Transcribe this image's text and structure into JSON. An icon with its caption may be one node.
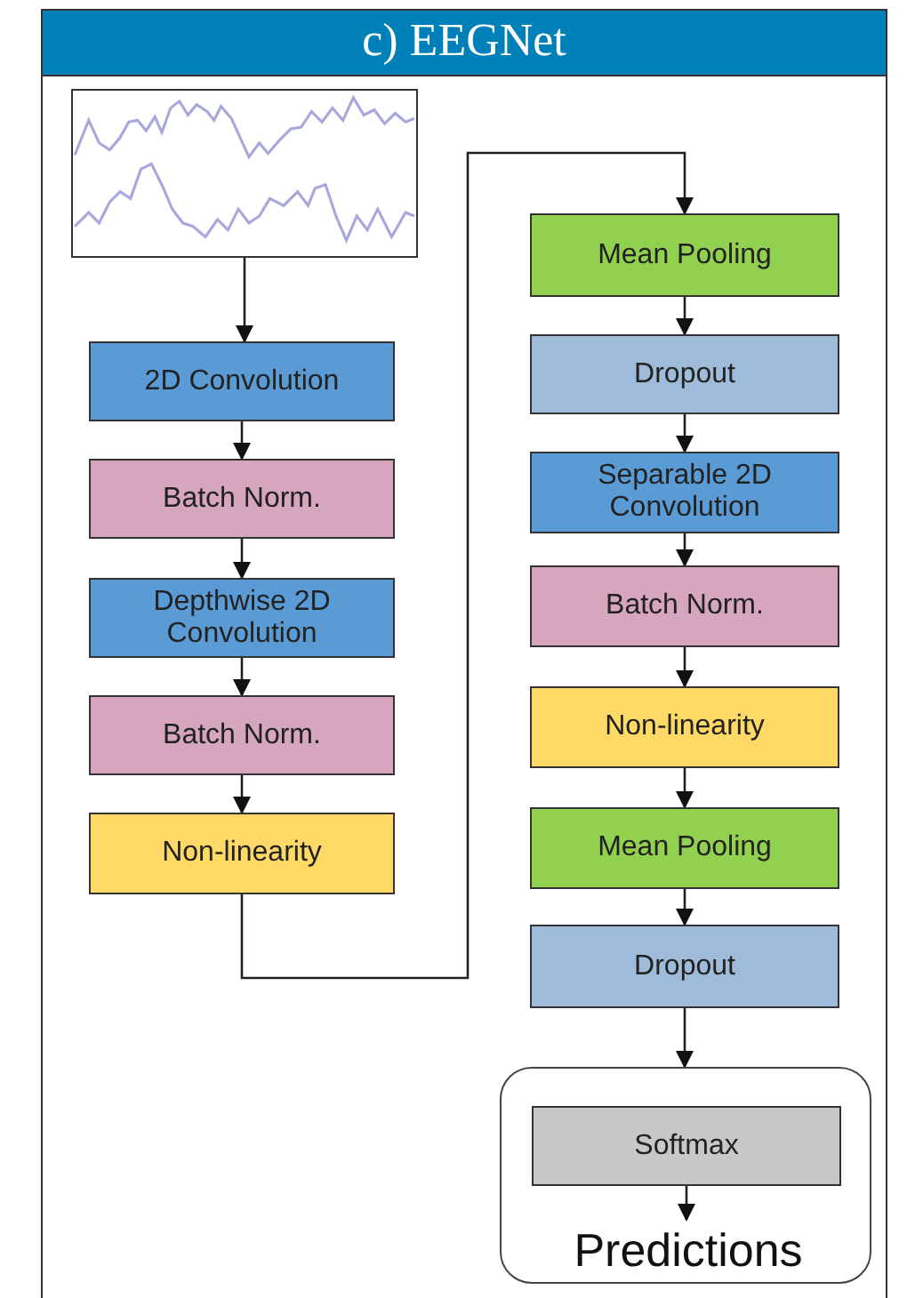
{
  "diagram": {
    "title": "c) EEGNet",
    "nodes": [
      {
        "text": [],
        "shape": "picture"
      },
      {
        "text": [
          "2D Convolution"
        ]
      },
      {
        "text": [
          "Batch Norm."
        ]
      },
      {
        "text": [
          "Depthwise 2D Convolution"
        ]
      },
      {
        "text": [
          "Batch Norm."
        ]
      },
      {
        "text": [
          "Non-linearity"
        ]
      },
      {
        "text": [
          "Mean Pooling"
        ]
      },
      {
        "text": [
          "Dropout"
        ]
      },
      {
        "text": [
          "Separable 2D Convolution"
        ]
      },
      {
        "text": [
          "Batch Norm."
        ]
      },
      {
        "text": [
          "Non-linearity"
        ]
      },
      {
        "text": [
          "Mean Pooling"
        ]
      },
      {
        "text": [
          "Dropout"
        ]
      },
      {
        "text": [],
        "shape": "box"
      },
      {
        "text": [
          "Softmax"
        ],
        "in": 13
      },
      {
        "text": [
          "Predictions"
        ],
        "in": 13
      }
    ],
    "edges": [
      {
        "from": 0,
        "to": 1,
        "arrow": "to"
      },
      {
        "from": 1,
        "to": 2,
        "arrow": "to"
      },
      {
        "from": 2,
        "to": 3,
        "arrow": "to"
      },
      {
        "from": 3,
        "to": 4,
        "arrow": "to"
      },
      {
        "from": 4,
        "to": 5,
        "arrow": "to"
      },
      {
        "from": 5,
        "to": 6,
        "arrow": "to"
      },
      {
        "from": 6,
        "to": 7,
        "arrow": "to"
      },
      {
        "from": 7,
        "to": 8,
        "arrow": "to"
      },
      {
        "from": 8,
        "to": 9,
        "arrow": "to"
      },
      {
        "from": 9,
        "to": 10,
        "arrow": "to"
      },
      {
        "from": 10,
        "to": 11,
        "arrow": "to"
      },
      {
        "from": 11,
        "to": 12,
        "arrow": "to"
      },
      {
        "from": 12,
        "to": 13,
        "arrow": "to"
      },
      {
        "from": 14,
        "to": 15,
        "arrow": "to"
      }
    ]
  }
}
